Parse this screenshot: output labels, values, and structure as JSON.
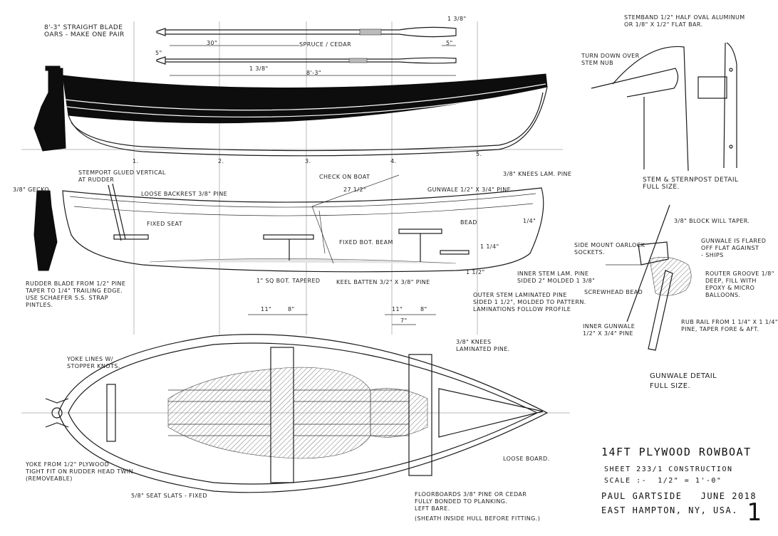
{
  "oars": {
    "title": "8'-3\" straight blade\noars - make one pair",
    "dim_left": "30\"",
    "dim_right": "5\"",
    "dim_total": "8'-3\"",
    "spruce": "spruce / cedar",
    "dim_top": "1 3/8\"",
    "dim_top2": "1 3/8\"",
    "dim_blade": "5\""
  },
  "station_marks": [
    "1.",
    "2.",
    "3.",
    "4.",
    "5."
  ],
  "section_notes": {
    "stemport": "stemport glued vertical\nat rudder",
    "gecko": "3/8\" gecko",
    "loose_backrest": "loose backrest 3/8\" pine",
    "fixed_seat": "fixed seat",
    "check_on_boat": "check on boat",
    "angle": "27 1/2°",
    "gunwale": "gunwale 1/2\" x 3/4\" pine",
    "knees": "3/8\" knees lam. pine",
    "bead": "bead",
    "dim_14": "1/4\"",
    "dim_1_14": "1 1/4\"",
    "fixed_bot_beam": "fixed bot. beam",
    "bot": "1\" sq bot. tapered",
    "keel": "keel batten 3/2\" x 3/8\" pine",
    "dim_bot": "1 1/2\"",
    "inner_stem": "inner stem lam. pine\nsided 2\" molded 1 3/8\"",
    "outer_stem": "outer stem laminated pine\nsided 1 1/2\", molded to pattern.\nlaminations follow profile",
    "rudder": "rudder blade from 1/2\" pine\ntaper to 1/4\" trailing edge.\nuse schaefer s.s. strap\npintles."
  },
  "plan_notes": {
    "dims_a": [
      "11\"",
      "8\""
    ],
    "dims_b": [
      "11\"",
      "8\""
    ],
    "dim_c": "7\"",
    "yoke_lines": "yoke lines w/\nstopper knots.",
    "knees_plan": "3/8\" knees\nlaminated pine.",
    "yoke": "yoke from 1/2\" plywood\ntight fit on rudder head twin.\n(removeable)",
    "loose_board": "loose board.",
    "seat_slats": "5/8\" seat slats - fixed",
    "floorboards": "floorboards 3/8\" pine or cedar\nfully bonded to planking.\nleft bare.",
    "floorboards2": "(sheath inside hull before fitting.)"
  },
  "stem_detail": {
    "stemband": "stemband 1/2\" half oval aluminum\nor 1/8\" x 1/2\" flat bar.",
    "turn_down": "turn down over\nstem nub",
    "caption": "stem & sternpost detail\nfull size."
  },
  "gunwale_detail": {
    "block": "3/8\" block will taper.",
    "side_mount": "side mount oarlock\nsockets.",
    "gunwale_flared": "gunwale is flared\noff flat against\n- ships",
    "screwhead": "screwhead bead",
    "router": "router groove 1/8\"\ndeep, fill with\nepoxy & micro\nballoons.",
    "inner_gunwale": "inner gunwale\n1/2\" x 3/4\" pine",
    "rub_rail": "rub rail from 1 1/4\" x 1 1/4\"\npine, taper fore & aft.",
    "caption": "gunwale detail\nfull size."
  },
  "title_block": {
    "title": "14ft plywood rowboat",
    "sheet": "sheet 233/1 construction",
    "scale": "scale :-  1/2\" = 1'-0\"",
    "designer": "paul gartside   june 2018",
    "location": "east hampton, ny, usa.",
    "sheet_number": "1"
  }
}
